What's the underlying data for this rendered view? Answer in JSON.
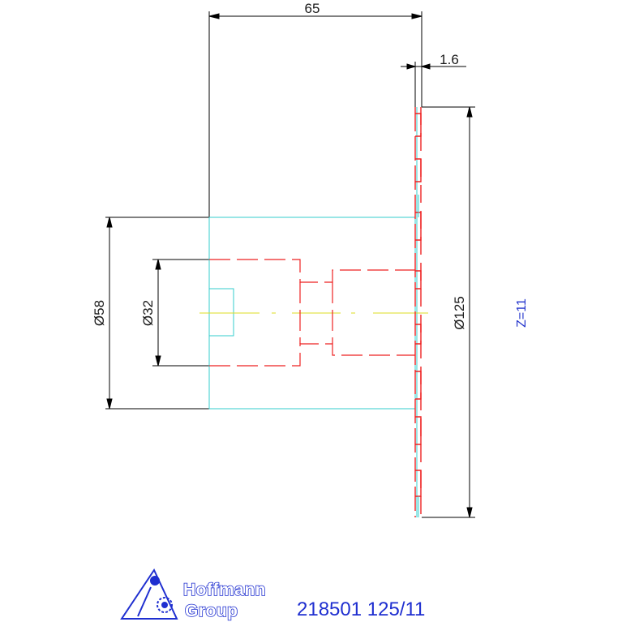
{
  "dimensions": {
    "length": "65",
    "thickness": "1.6",
    "hub_diameter": "Ø58",
    "bore_diameter": "Ø32",
    "outer_diameter": "Ø125"
  },
  "tooth_count": "Z=11",
  "logo": {
    "line1": "Hoffmann",
    "line2": "Group"
  },
  "part_number": "218501 125/11",
  "colors": {
    "dimension": "#000000",
    "hub_outline": "#33cccc",
    "hidden_lines": "#ee2222",
    "center_line": "#dddd22",
    "brand_blue": "#1f2fd0"
  }
}
